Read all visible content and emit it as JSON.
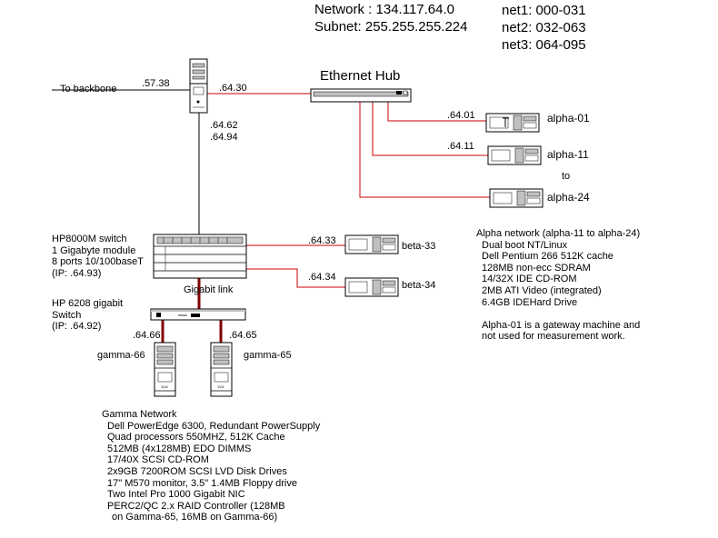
{
  "header": {
    "network": "Network : 134.117.64.0",
    "subnet": "Subnet: 255.255.255.224",
    "net1": "net1: 000-031",
    "net2": "net2: 032-063",
    "net3": "net3: 064-095"
  },
  "hub": {
    "label": "Ethernet Hub"
  },
  "router": {
    "backbone_label": "To backbone",
    "backbone_ip": ".57.38",
    "hub_ip": ".64.30",
    "switch_ip_1": ".64.62",
    "switch_ip_2": ".64.94"
  },
  "alpha_nodes": [
    {
      "ip": ".64.01",
      "name": "alpha-01"
    },
    {
      "ip": ".64.11",
      "name": "alpha-11"
    },
    {
      "ip": "",
      "name": "alpha-24"
    }
  ],
  "alpha_to": "to",
  "switch": {
    "lines": [
      "HP8000M switch",
      "1 Gigabyte module",
      "8 ports 10/100baseT",
      "(IP: .64.93)"
    ],
    "gigabit_link": "Gigabit link"
  },
  "beta_nodes": [
    {
      "ip": ".64.33",
      "name": "beta-33"
    },
    {
      "ip": ".64.34",
      "name": "beta-34"
    }
  ],
  "gigabit_switch": {
    "lines": [
      "HP 6208 gigabit",
      "Switch",
      "(IP: .64.92)"
    ]
  },
  "gamma_nodes": [
    {
      "ip": ".64.66",
      "name": "gamma-66",
      "tag": "1111"
    },
    {
      "ip": ".64.65",
      "name": "gamma-65",
      "tag": "1111"
    }
  ],
  "alpha_network": {
    "title": "Alpha network (alpha-11 to alpha-24)",
    "specs": [
      "Dual boot NT/Linux",
      "Dell Pentium 266 512K cache",
      "128MB non-ecc SDRAM",
      "14/32X IDE CD-ROM",
      "2MB ATI Video (integrated)",
      "6.4GB IDEHard Drive"
    ],
    "note": [
      "Alpha-01 is a gateway machine and",
      "not used for measurement work."
    ]
  },
  "gamma_network": {
    "title": "Gamma Network",
    "specs": [
      "Dell PowerEdge 6300, Redundant PowerSupply",
      "Quad processors 550MHZ, 512K Cache",
      "512MB (4x128MB) EDO DIMMS",
      "17/40X SCSI CD-ROM",
      "2x9GB 7200ROM SCSI LVD Disk Drives",
      "17\" M570 monitor, 3.5\" 1.4MB Floppy drive",
      "Two Intel Pro 1000 Gigabit NIC",
      "PERC2/QC 2.x RAID Controller (128MB"
    ],
    "specs_cont": "on Gamma-65, 16MB on Gamma-66)"
  },
  "colors": {
    "hub_link": "#cc0000",
    "gigabit_link": "#800000",
    "wire": "#000000",
    "device_body": "#ffffff",
    "device_shade": "#c0c0c0"
  }
}
